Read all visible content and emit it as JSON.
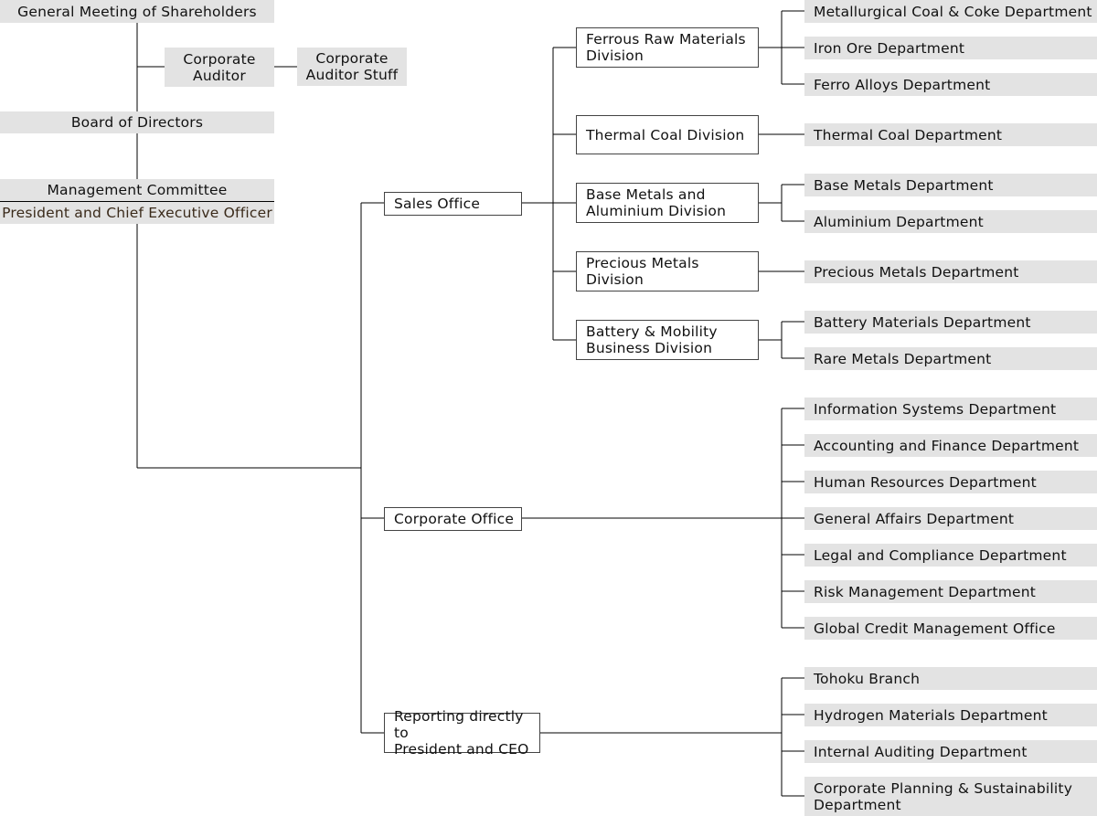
{
  "top": {
    "shareholders": "General Meeting of Shareholders",
    "auditor": "Corporate\nAuditor",
    "auditor_staff": "Corporate\nAuditor Stuff",
    "board": "Board of Directors",
    "committee": "Management Committee",
    "president": "President and Chief Executive Officer"
  },
  "offices": {
    "sales": "Sales Office",
    "corporate": "Corporate Office",
    "reporting": "Reporting directly to\nPresident and CEO"
  },
  "divisions": {
    "ferrous": "Ferrous Raw Materials\nDivision",
    "thermal": "Thermal Coal Division",
    "base": "Base Metals and\nAluminium Division",
    "precious": "Precious Metals\nDivision",
    "battery": "Battery & Mobility\nBusiness Division"
  },
  "departments": {
    "metallurgical": "Metallurgical Coal & Coke Department",
    "iron_ore": "Iron Ore Department",
    "ferro_alloys": "Ferro Alloys Department",
    "thermal_coal": "Thermal Coal Department",
    "base_metals": "Base Metals Department",
    "aluminium": "Aluminium Department",
    "precious_metals": "Precious Metals Department",
    "battery_materials": "Battery Materials Department",
    "rare_metals": "Rare Metals Department",
    "info_systems": "Information Systems Department",
    "accounting": "Accounting and Finance Department",
    "hr": "Human Resources Department",
    "general_affairs": "General Affairs Department",
    "legal": "Legal and Compliance Department",
    "risk": "Risk Management Department",
    "global_credit": "Global Credit Management Office",
    "tohoku": "Tohoku Branch",
    "hydrogen": "Hydrogen Materials Department",
    "internal_audit": "Internal Auditing Department",
    "corp_planning": "Corporate Planning & Sustainability\nDepartment"
  }
}
